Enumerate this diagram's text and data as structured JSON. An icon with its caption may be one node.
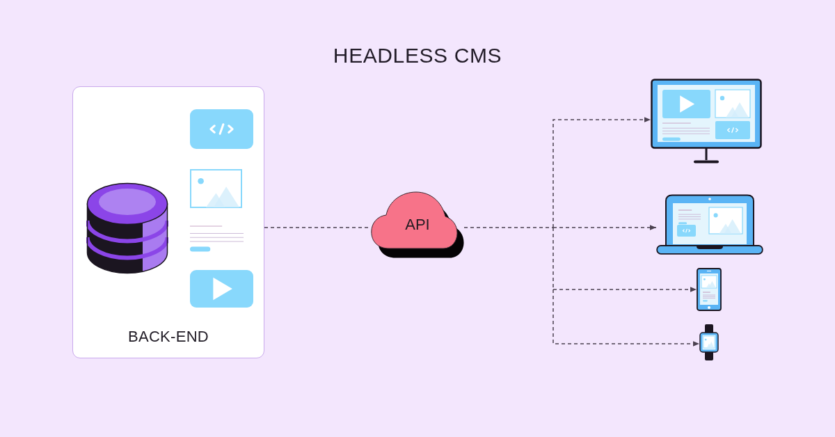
{
  "diagram": {
    "title": "HEADLESS CMS",
    "nodes": [
      {
        "text": [
          "BACK-END"
        ]
      },
      {
        "text": [
          "API"
        ]
      },
      {
        "text": [],
        "shape": "picture"
      },
      {
        "text": [],
        "shape": "picture"
      },
      {
        "text": [],
        "shape": "picture"
      },
      {
        "text": [],
        "shape": "picture"
      }
    ],
    "edges": [
      {
        "from": 0,
        "to": 1,
        "arrow": "none",
        "style": "dashed"
      },
      {
        "from": 1,
        "to": 2,
        "arrow": "to",
        "style": "dashed"
      },
      {
        "from": 1,
        "to": 3,
        "arrow": "to",
        "style": "dashed"
      },
      {
        "from": 1,
        "to": 4,
        "arrow": "to",
        "style": "dashed"
      },
      {
        "from": 1,
        "to": 5,
        "arrow": "to",
        "style": "dashed"
      }
    ]
  }
}
